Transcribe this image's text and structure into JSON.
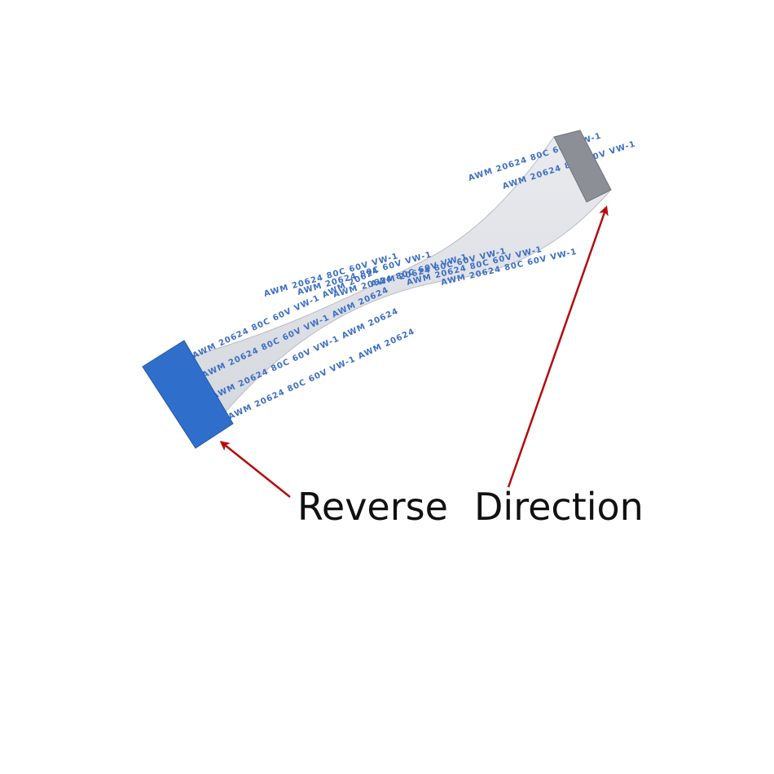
{
  "captions": {
    "left": "Reverse",
    "right": "Direction"
  },
  "cable": {
    "print_line": "AWM 20624 80C 60V VW-1",
    "print_line_short": "AWM 20624 80C 60V VW-1 AWM 20624"
  },
  "colors": {
    "background": "#ffffff",
    "cable_body": "#dfe1e6",
    "cable_edge": "#b9bcc4",
    "left_stiffener": "#2f6fcb",
    "right_contacts": "#8c8f96",
    "print_text": "#3d6fc4",
    "arrow": "#b40c0c",
    "caption_text": "#111111"
  },
  "icons": {
    "left_arrow": "arrow-up-left-icon",
    "right_arrow": "arrow-up-right-icon"
  }
}
